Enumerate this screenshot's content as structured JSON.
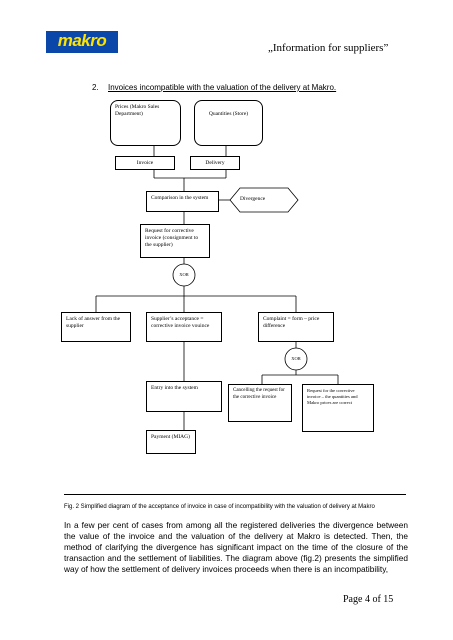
{
  "header": {
    "logo_text": "makro",
    "title": "„Information for suppliers”",
    "brand_color": "#0a47a8",
    "logo_text_color": "#ffe200"
  },
  "section": {
    "number": "2.",
    "title": "Invoices incompatible with the valuation of the delivery at Makro."
  },
  "diagram": {
    "prices": "Prices (Makro Sales Department)",
    "quantities": "Quantities (Store)",
    "invoice": "Invoice",
    "delivery": "Delivery",
    "comparison": "Comparison in the system",
    "divergence": "Divergence",
    "request_corrective": "Request for corrective invoice (consignment to the supplier)",
    "xor1": "XOR",
    "lack_answer": "Lack of answer from the supplier",
    "supplier_acceptance": "Supplier’s acceptance = corrective invoice vouince",
    "complaint": "Complaint = form – price difference",
    "xor2": "XOR",
    "entry": "Entry into the system",
    "cancelling": "Cancelling the request for the corrective invoice",
    "request_for": "Request for the corrective invoice – the quantities and Makro prices are correct",
    "payment": "Payment (MIAG)"
  },
  "caption": "Fig. 2 Simplified diagram of the acceptance of invoice in case of incompatibility with the valuation of delivery at Makro",
  "paragraph": "In a few per cent of cases from among all the registered deliveries the divergence between the value of the invoice and the valuation of the delivery at Makro is detected. Then, the method of clarifying the divergence has significant impact on the time of the closure of the transaction and the settlement of liabilities. The diagram above (fig.2) presents the simplified way of how the settlement of delivery invoices proceeds when there is an incompatibility,",
  "page_number": "Page 4 of 15"
}
